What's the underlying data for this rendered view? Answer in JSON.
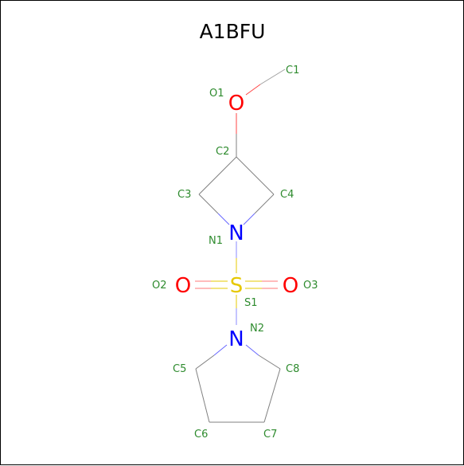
{
  "title": "A1BFU",
  "colors": {
    "carbon_label": "#2e8b2e",
    "oxygen": "#ff0000",
    "nitrogen": "#0000ff",
    "sulfur": "#e6c800",
    "carbon_bond": "#808080",
    "text": "#000000"
  },
  "atoms": {
    "O1": {
      "symbol": "O",
      "label": "O1"
    },
    "C1": {
      "label": "C1"
    },
    "C2": {
      "label": "C2"
    },
    "C3": {
      "label": "C3"
    },
    "C4": {
      "label": "C4"
    },
    "N1": {
      "symbol": "N",
      "label": "N1"
    },
    "S1": {
      "symbol": "S",
      "label": "S1"
    },
    "O2": {
      "symbol": "O",
      "label": "O2"
    },
    "O3": {
      "symbol": "O",
      "label": "O3"
    },
    "N2": {
      "symbol": "N",
      "label": "N2"
    },
    "C5": {
      "label": "C5"
    },
    "C6": {
      "label": "C6"
    },
    "C7": {
      "label": "C7"
    },
    "C8": {
      "label": "C8"
    }
  }
}
